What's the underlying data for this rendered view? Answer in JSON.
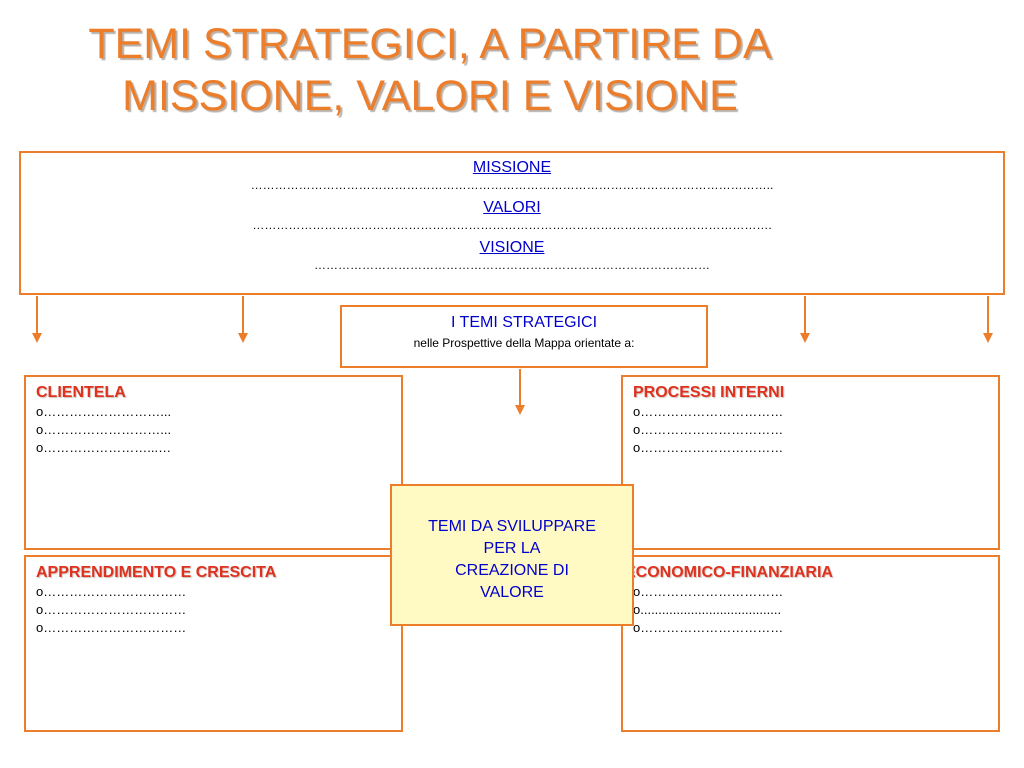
{
  "title": {
    "line1": "TEMI STRATEGICI, A PARTIRE DA",
    "line2": "MISSIONE, VALORI E VISIONE"
  },
  "top": {
    "missione": "MISSIONE",
    "missione_dots": "…………………………………………………………………………………………………………………..",
    "valori": "VALORI",
    "valori_dots": "………………………………………………………………………………………………………………….",
    "visione": "VISIONE",
    "visione_dots": "………………………………………………………………………………………"
  },
  "center": {
    "title": "I TEMI STRATEGICI",
    "subtitle": "nelle Prospettive della Mappa orientate a:"
  },
  "clientela": {
    "title": "CLIENTELA",
    "items": [
      "o………………………...",
      "o………………………...",
      "o……………………...…"
    ]
  },
  "processi": {
    "title": "PROCESSI INTERNI",
    "items": [
      "o……………………………",
      "o……………………………",
      "o……………………………"
    ]
  },
  "apprendimento": {
    "title": "APPRENDIMENTO E CRESCITA",
    "items": [
      "o……………………………",
      "o……………………………",
      "o……………………………"
    ]
  },
  "economico": {
    "title": "ECONOMICO-FINANZIARIA",
    "items": [
      "o……………………………",
      "o.......................................",
      "o……………………………"
    ]
  },
  "temi_sviluppare": {
    "line1": "TEMI DA SVILUPPARE",
    "line2": "PER LA",
    "line3": "CREAZIONE DI",
    "line4": "VALORE"
  },
  "colors": {
    "accent": "#ec7d2b",
    "blue_text": "#0000cc",
    "red_heading": "#e0301e",
    "highlight_fill": "#fff9c4"
  }
}
